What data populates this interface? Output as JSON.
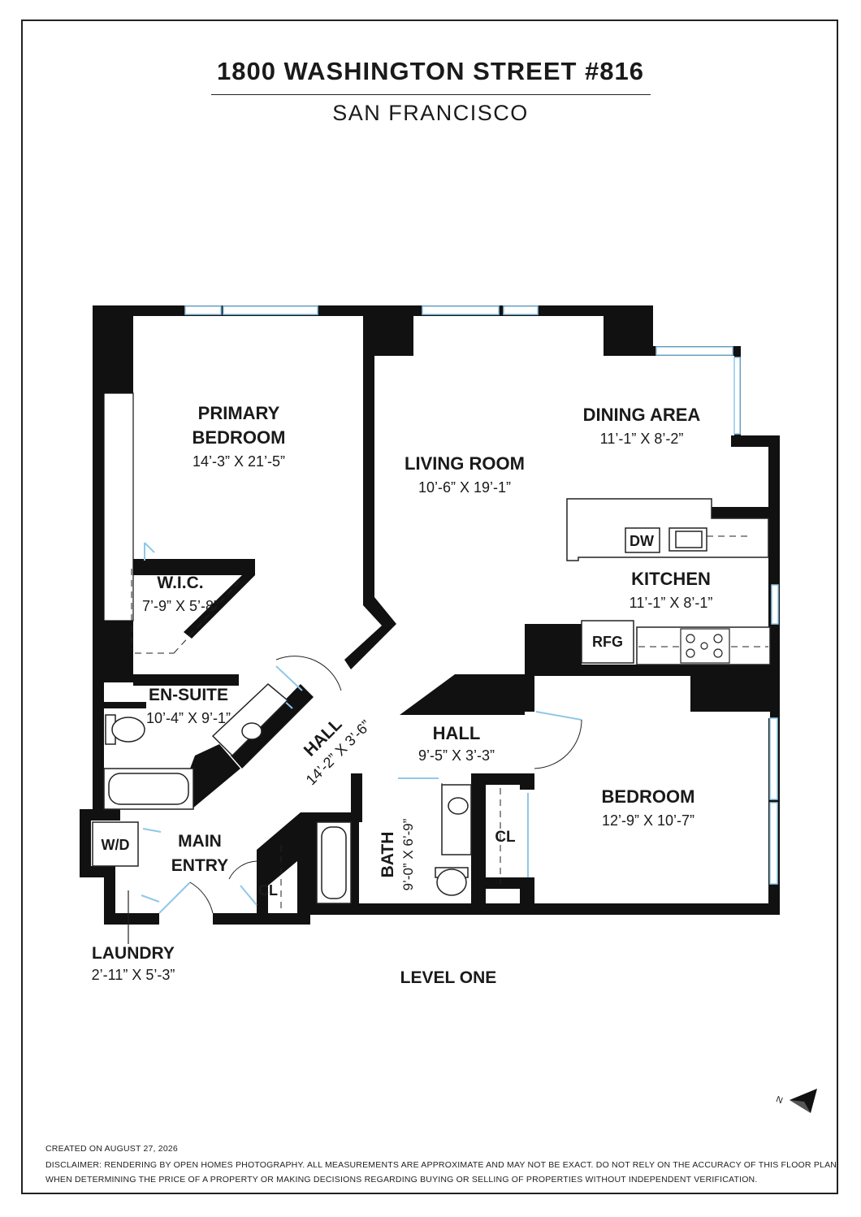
{
  "header": {
    "address": "1800 WASHINGTON STREET #816",
    "city": "SAN FRANCISCO"
  },
  "rooms": {
    "primary_bedroom": {
      "name_line1": "PRIMARY",
      "name_line2": "BEDROOM",
      "size": "14’-3” X 21’-5”"
    },
    "living_room": {
      "name": "LIVING ROOM",
      "size": "10’-6” X 19’-1”"
    },
    "dining_area": {
      "name": "DINING AREA",
      "size": "11’-1” X 8’-2”"
    },
    "kitchen": {
      "name": "KITCHEN",
      "size": "11’-1” X 8’-1”"
    },
    "wic": {
      "name": "W.I.C.",
      "size": "7’-9” X 5’-8”"
    },
    "en_suite": {
      "name": "EN-SUITE",
      "size": "10’-4” X 9’-1”"
    },
    "hall_diagonal": {
      "name": "HALL",
      "size": "14’-2” X 3’-6”"
    },
    "hall": {
      "name": "HALL",
      "size": "9’-5” X 3’-3”"
    },
    "bedroom": {
      "name": "BEDROOM",
      "size": "12’-9” X 10’-7”"
    },
    "bath": {
      "name": "BATH",
      "size": "9’-0” X 6’-9”"
    },
    "main_entry": {
      "name_line1": "MAIN",
      "name_line2": "ENTRY"
    },
    "laundry": {
      "name": "LAUNDRY",
      "size": "2’-11” X 5’-3”"
    }
  },
  "fixtures": {
    "dishwasher": "DW",
    "refrigerator": "RFG",
    "washer_dryer": "W/D",
    "closet": "CL"
  },
  "level": "LEVEL ONE",
  "compass": {
    "label": "N",
    "icon": "north-arrow-icon"
  },
  "footer": {
    "created": "CREATED ON AUGUST 27, 2026",
    "disclaimer_line1": "DISCLAIMER: RENDERING BY OPEN HOMES PHOTOGRAPHY. ALL MEASUREMENTS ARE APPROXIMATE AND MAY NOT BE EXACT. DO NOT RELY ON THE ACCURACY OF THIS FLOOR PLAN",
    "disclaimer_line2": "WHEN DETERMINING THE PRICE OF A PROPERTY OR MAKING DECISIONS REGARDING BUYING OR SELLING OF PROPERTIES WITHOUT INDEPENDENT VERIFICATION."
  },
  "colors": {
    "wall": "#111111",
    "window": "#8fc8e8",
    "text": "#1a1a1a"
  }
}
